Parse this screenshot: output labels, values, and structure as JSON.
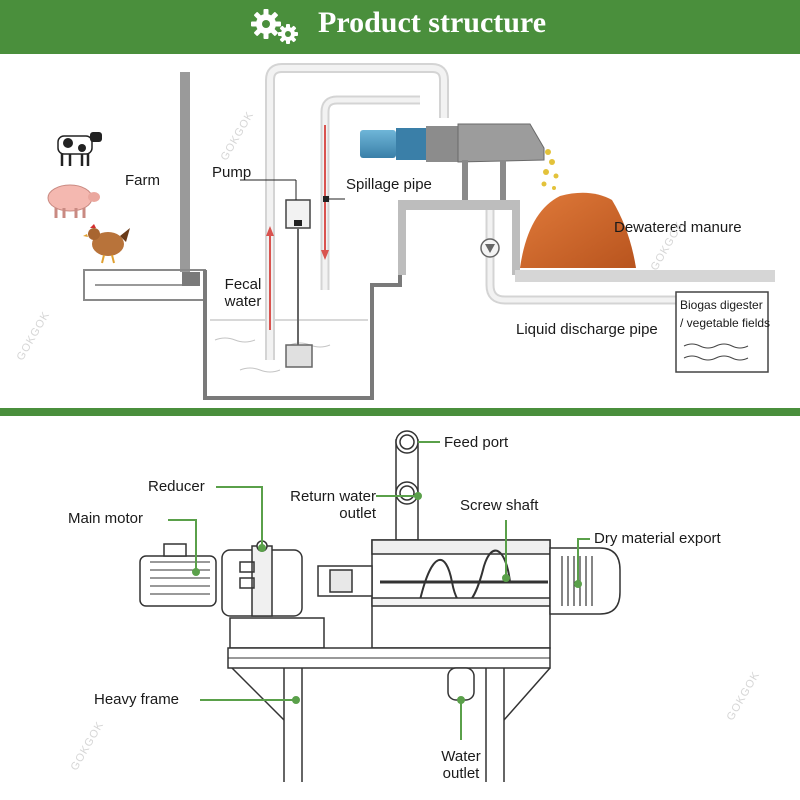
{
  "header": {
    "title": "Product structure"
  },
  "process": {
    "labels": {
      "farm": "Farm",
      "pump": "Pump",
      "spillage_pipe": "Spillage pipe",
      "fecal_water_line1": "Fecal",
      "fecal_water_line2": "water",
      "dewatered_manure": "Dewatered manure",
      "biogas_line1": "Biogas digester",
      "biogas_line2": "/ vegetable fields",
      "liquid_discharge_pipe": "Liquid discharge pipe"
    }
  },
  "machine": {
    "labels": {
      "feed_port": "Feed port",
      "reducer": "Reducer",
      "return_water_line1": "Return water",
      "return_water_line2": "outlet",
      "main_motor": "Main motor",
      "screw_shaft": "Screw shaft",
      "dry_material_export": "Dry material export",
      "heavy_frame": "Heavy frame",
      "water_outlet_line1": "Water",
      "water_outlet_line2": "outlet"
    }
  },
  "watermark": "GOKGOK",
  "colors": {
    "brand_green": "#4a8f3c",
    "callout_green": "#5aa04a",
    "flow_red": "#d9534f",
    "manure": "#c8642a"
  },
  "icons": {
    "header_icon": "gears-icon"
  }
}
